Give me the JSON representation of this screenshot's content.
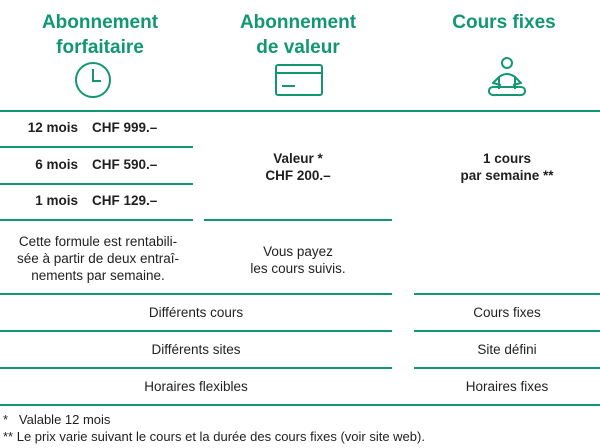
{
  "columns": {
    "forfait": {
      "title_line1": "Abonnement",
      "title_line2": "forfaitaire",
      "icon": "clock-icon"
    },
    "valeur": {
      "title_line1": "Abonnement",
      "title_line2": "de valeur",
      "icon": "card-icon"
    },
    "fixes": {
      "title_line1": "Cours fixes",
      "icon": "meditation-icon"
    }
  },
  "prices": [
    {
      "months": "12 mois",
      "price": "CHF 999.–"
    },
    {
      "months": "6 mois",
      "price": "CHF 590.–"
    },
    {
      "months": "1 mois",
      "price": "CHF 129.–"
    }
  ],
  "valeur_block": {
    "line1": "Valeur *",
    "line2": "CHF 200.–"
  },
  "fixes_block": {
    "line1": "1 cours",
    "line2": "par semaine **"
  },
  "forfait_note": {
    "line1": "Cette formule est rentabili-",
    "line2": "sée à partir de deux entraî-",
    "line3": "nements par semaine."
  },
  "valeur_note": {
    "line1": "Vous payez",
    "line2": "les cours suivis."
  },
  "features": [
    {
      "left": "Différents cours",
      "right": "Cours fixes"
    },
    {
      "left": "Différents sites",
      "right": "Site défini"
    },
    {
      "left": "Horaires flexibles",
      "right": "Horaires fixes"
    }
  ],
  "footnotes": {
    "note1": "*   Valable 12 mois",
    "note2": "** Le prix varie suivant le cours et la durée des cours fixes (voir site web)."
  },
  "colors": {
    "accent": "#129773",
    "text": "#1f1f1f"
  }
}
